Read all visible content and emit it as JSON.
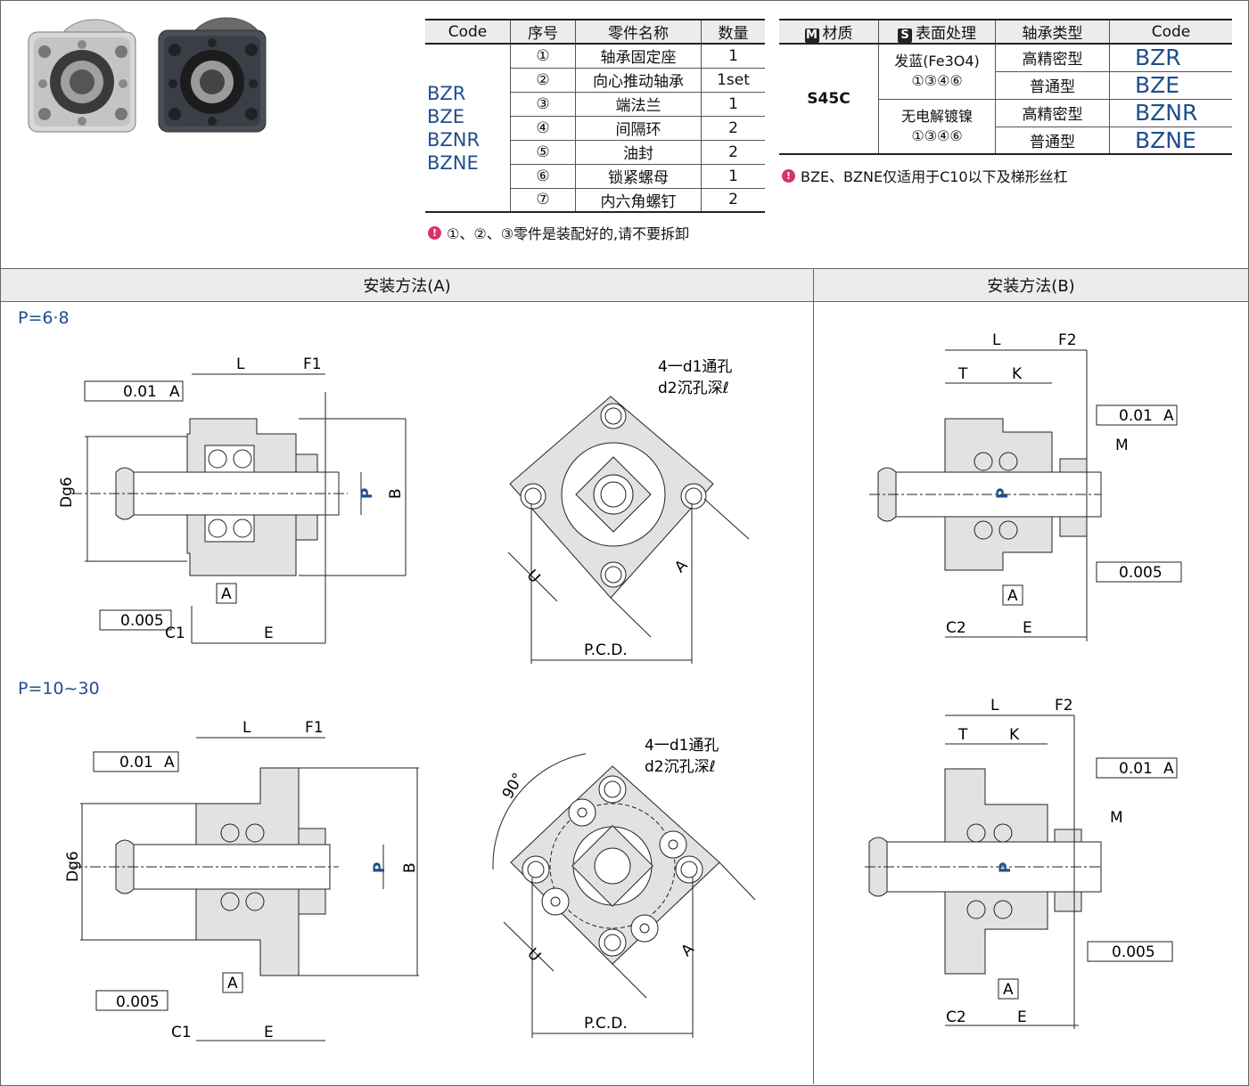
{
  "parts_table": {
    "headers": [
      "Code",
      "序号",
      "零件名称",
      "数量"
    ],
    "codes": [
      "BZR",
      "BZE",
      "BZNR",
      "BZNE"
    ],
    "rows": [
      {
        "no": "①",
        "name": "轴承固定座",
        "qty": "1"
      },
      {
        "no": "②",
        "name": "向心推动轴承",
        "qty": "1set"
      },
      {
        "no": "③",
        "name": "端法兰",
        "qty": "1"
      },
      {
        "no": "④",
        "name": "间隔环",
        "qty": "2"
      },
      {
        "no": "⑤",
        "name": "油封",
        "qty": "2"
      },
      {
        "no": "⑥",
        "name": "锁紧螺母",
        "qty": "1"
      },
      {
        "no": "⑦",
        "name": "内六角螺钉",
        "qty": "2"
      }
    ],
    "note": "①、②、③零件是装配好的,请不要拆卸"
  },
  "material_table": {
    "headers": {
      "material_icon": "M",
      "material": "材质",
      "surface_icon": "S",
      "surface": "表面处理",
      "bearing": "轴承类型",
      "code": "Code"
    },
    "material": "S45C",
    "surface_1": "发蓝(Fe3O4)",
    "surface_1_parts": "①③④⑥",
    "surface_2": "无电解镀镍",
    "surface_2_parts": "①③④⑥",
    "rows": [
      {
        "bearing": "高精密型",
        "code": "BZR"
      },
      {
        "bearing": "普通型",
        "code": "BZE"
      },
      {
        "bearing": "高精密型",
        "code": "BZNR"
      },
      {
        "bearing": "普通型",
        "code": "BZNE"
      }
    ],
    "note": "BZE、BZNE仅适用于C10以下及梯形丝杠"
  },
  "sections": {
    "method_a": "安装方法(A)",
    "method_b": "安装方法(B)",
    "pitch_small": "P=6·8",
    "pitch_large": "P=10~30"
  },
  "drawing_labels": {
    "L": "L",
    "F1": "F1",
    "F2": "F2",
    "T": "T",
    "K": "K",
    "B": "B",
    "P": "P",
    "E": "E",
    "C1": "C1",
    "C2": "C2",
    "Dg6": "Dg6",
    "M": "M",
    "A": "A",
    "U": "U",
    "PCD": "P.C.D.",
    "angle": "90°",
    "perp_tol": "0.01",
    "flat_tol": "0.005",
    "hole_1": "4一d1通孔",
    "hole_2": "d2沉孔深ℓ"
  },
  "colors": {
    "accent_blue": "#1f4e8f",
    "note_icon": "#d8326e",
    "header_bg": "#ececec",
    "part_fill": "#e2e2e2"
  }
}
